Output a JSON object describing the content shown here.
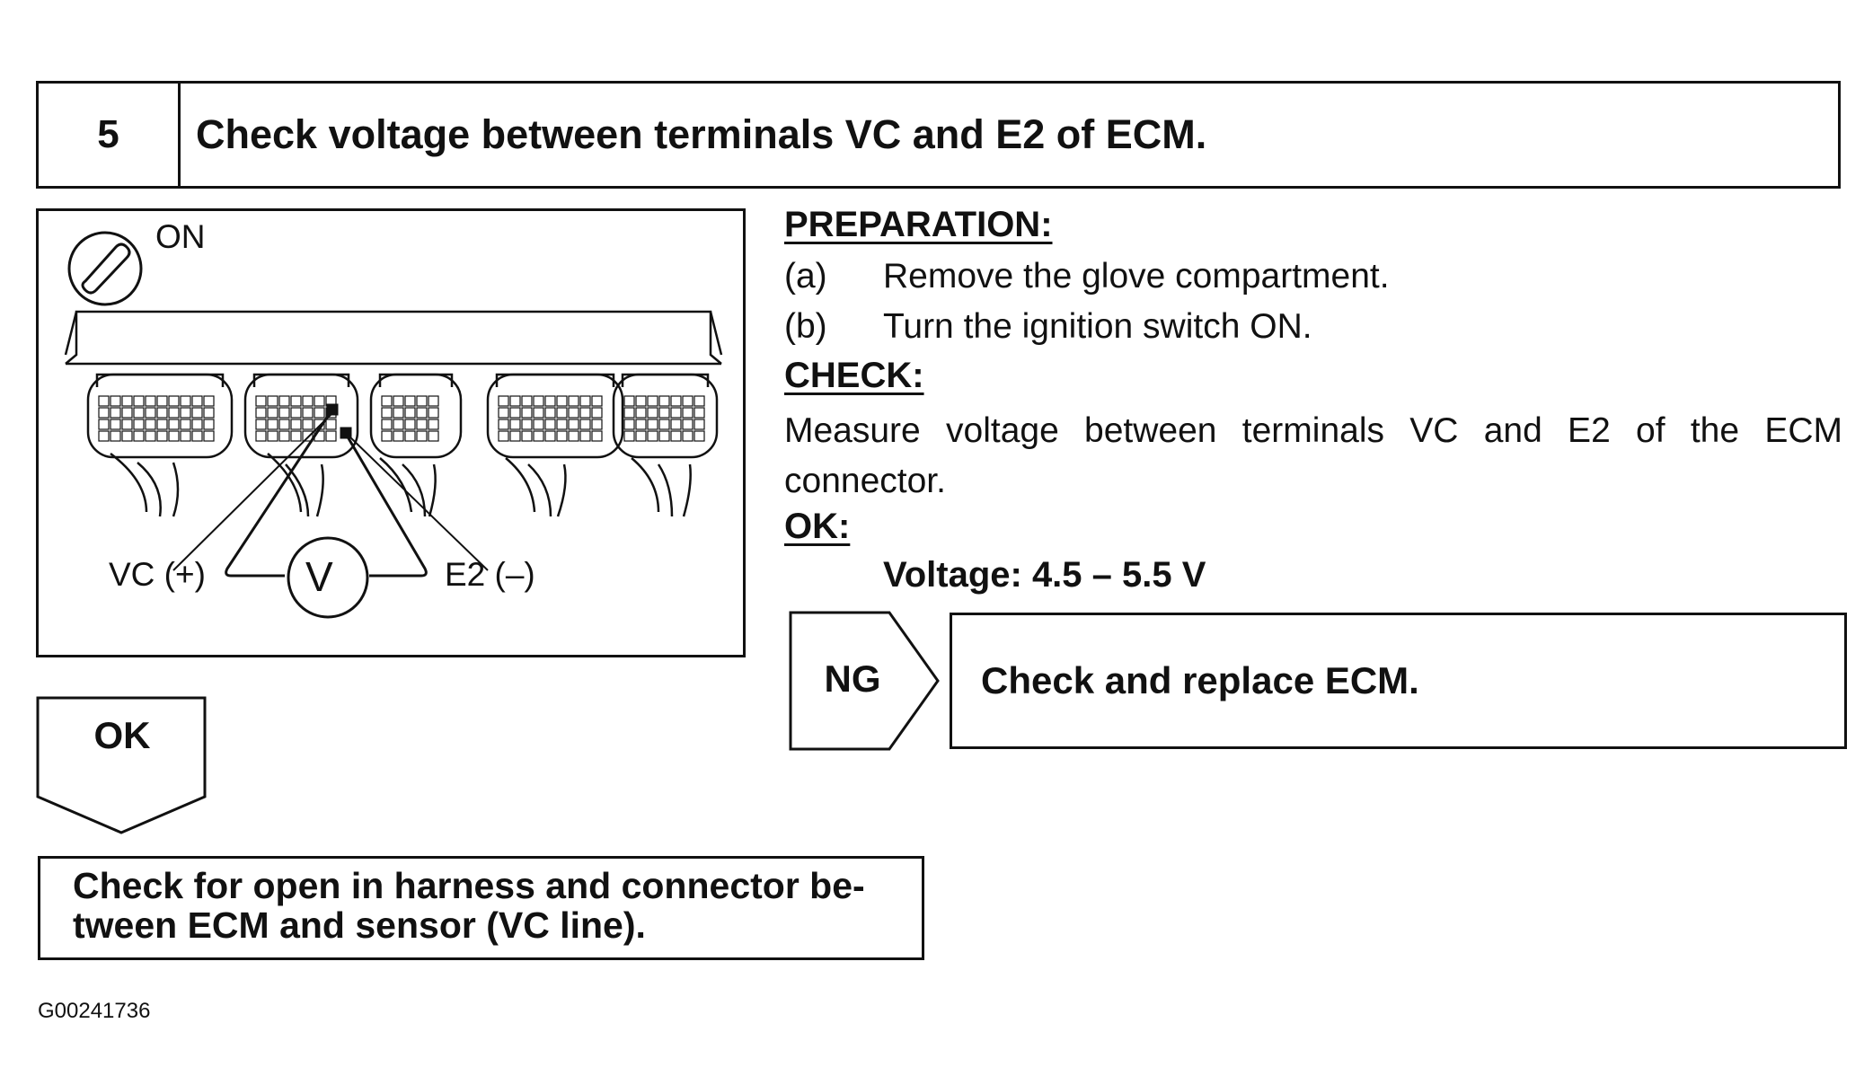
{
  "step": {
    "number": "5",
    "title": "Check voltage between terminals VC and E2 of ECM."
  },
  "diagram": {
    "ignition_label": "ON",
    "vc_label": "VC (+)",
    "e2_label": "E2 (–)",
    "meter_symbol": "V",
    "icons": [
      "ignition-key-icon",
      "ecm-connector-icon",
      "voltmeter-icon"
    ]
  },
  "preparation": {
    "heading": "PREPARATION:",
    "items": [
      {
        "marker": "(a)",
        "text": "Remove the glove compartment."
      },
      {
        "marker": "(b)",
        "text": "Turn the ignition switch ON."
      }
    ]
  },
  "check": {
    "heading": "CHECK:",
    "text": "Measure voltage between terminals VC and E2 of the ECM connector."
  },
  "ok_spec": {
    "heading": "OK:",
    "value": "Voltage: 4.5 – 5.5 V"
  },
  "ng_result": {
    "tag": "NG",
    "action": "Check and replace ECM."
  },
  "ok_result": {
    "tag": "OK",
    "action_line1": "Check for open in harness and connector be-",
    "action_line2": "tween ECM and sensor (VC line)."
  },
  "figure_id": "G00241736"
}
